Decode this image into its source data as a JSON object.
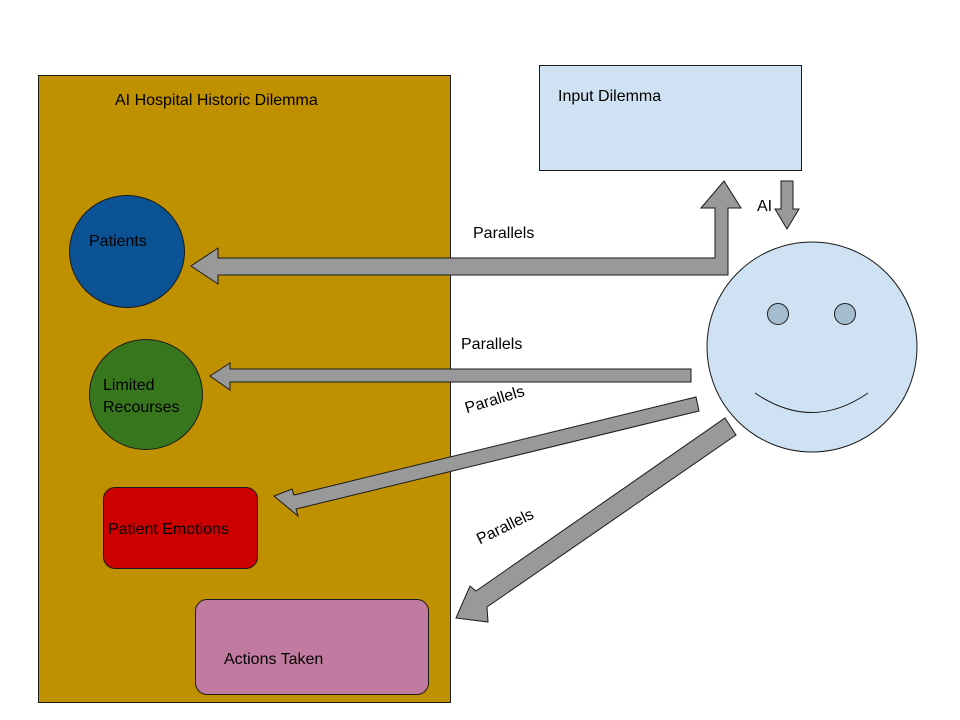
{
  "colors": {
    "panel": "#BF9000",
    "input_box": "#CFE2F3",
    "face": "#CFE2F3",
    "eyes": "#A4BCCF",
    "patients": "#0B5394",
    "resources": "#38761D",
    "emotions": "#CC0000",
    "actions": "#C27BA0",
    "arrow": "#999999"
  },
  "panel": {
    "title": "AI Hospital Historic Dilemma"
  },
  "input": {
    "label": "Input Dilemma"
  },
  "nodes": {
    "patients": "Patients",
    "resources": "Limited\nRecourses",
    "emotions": "Patient Emotions",
    "actions": "Actions Taken"
  },
  "edges": {
    "p1": "Parallels",
    "p2": "Parallels",
    "p3": "Parallels",
    "p4": "Parallels",
    "ai": "AI"
  }
}
